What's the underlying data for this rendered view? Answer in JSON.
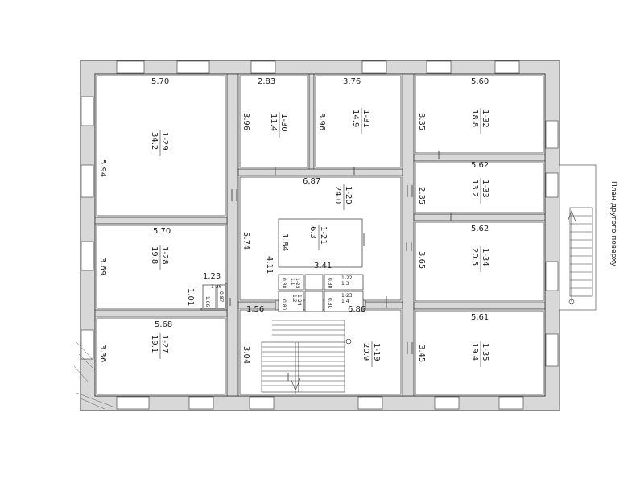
{
  "plan_title": "План другого поверху",
  "rooms": [
    {
      "id": "1-29",
      "area": "34.2",
      "w": "5.70",
      "h": "5.94"
    },
    {
      "id": "1-30",
      "area": "11.4",
      "w": "2.83",
      "h": "3.96"
    },
    {
      "id": "1-31",
      "area": "14.9",
      "w": "3.76",
      "h": "3.96"
    },
    {
      "id": "1-32",
      "area": "18.8",
      "w": "5.60",
      "h": "3.35"
    },
    {
      "id": "1-33",
      "area": "13.2",
      "w": "5.62",
      "h": "2.35"
    },
    {
      "id": "1-20",
      "area": "24.0",
      "w": "6.87",
      "h": "5.74",
      "h2": "4.11"
    },
    {
      "id": "1-21",
      "area": "6.3",
      "w": "3.41",
      "h": "1.84"
    },
    {
      "id": "1-28",
      "area": "19.8",
      "w": "5.70",
      "h": "3.69"
    },
    {
      "id": "1-34",
      "area": "20.5",
      "w": "5.62",
      "h": "3.65"
    },
    {
      "id": "1-27",
      "area": "19.1",
      "w": "5.68",
      "h": "3.36"
    },
    {
      "id": "1-19",
      "area": "20.9",
      "w": "6.86",
      "h": "3.04"
    },
    {
      "id": "1-35",
      "area": "19.4",
      "w": "5.61",
      "h": "3.45"
    }
  ],
  "small_rooms": [
    {
      "id": "1-25",
      "area": "1.1",
      "dim": "0.80"
    },
    {
      "id": "1-22",
      "area": "1.3",
      "dim": "0.80"
    },
    {
      "id": "1-24",
      "area": "1.2",
      "dim": "0.80"
    },
    {
      "id": "1-23",
      "area": "1.4",
      "dim": "0.80"
    },
    {
      "id": "1-26",
      "area": "0.87",
      "dim": "1.06"
    }
  ],
  "misc_dims": [
    "1.23",
    "1.01",
    "1.56"
  ]
}
